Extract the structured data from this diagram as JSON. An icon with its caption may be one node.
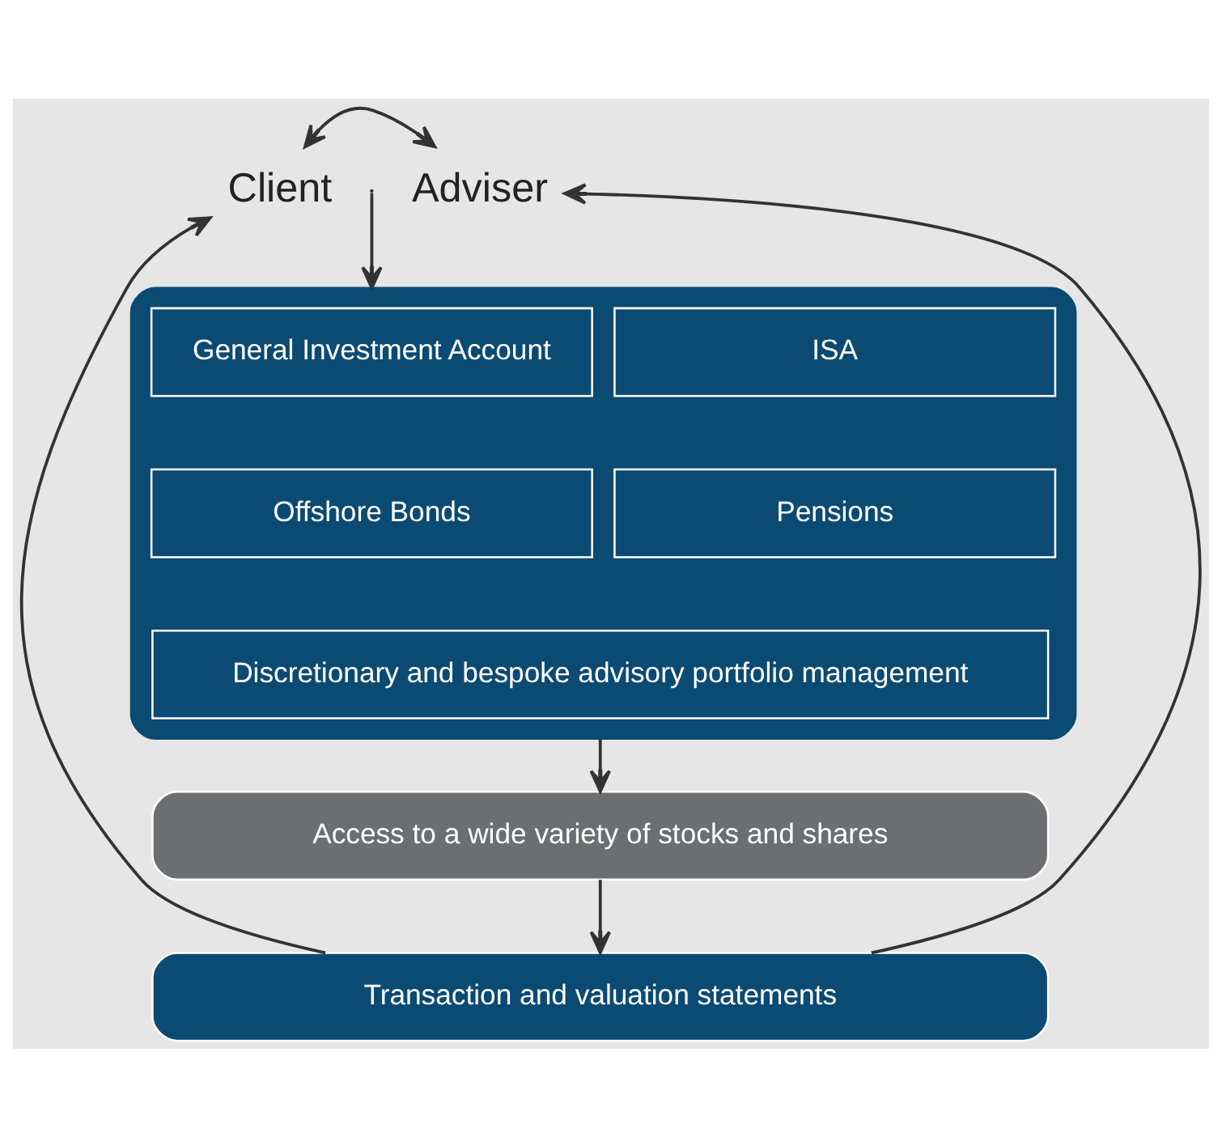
{
  "diagram": {
    "nodes": [
      {
        "text": [
          "Client"
        ]
      },
      {
        "text": [
          "Adviser"
        ]
      },
      {
        "text": [],
        "shape": "box"
      },
      {
        "text": [
          "General Investment Account"
        ],
        "in": 2
      },
      {
        "text": [
          "ISA"
        ],
        "in": 2
      },
      {
        "text": [
          "Offshore Bonds"
        ],
        "in": 2
      },
      {
        "text": [
          "Pensions"
        ],
        "in": 2
      },
      {
        "text": [
          "Discretionary and bespoke advisory portfolio management"
        ],
        "in": 2
      },
      {
        "text": [
          "Access to a wide variety of stocks and shares"
        ]
      },
      {
        "text": [
          "Transaction and valuation statements"
        ]
      }
    ],
    "edges": [
      {
        "from": 0,
        "to": 1,
        "arrow": "both"
      },
      {
        "from": null,
        "to": 2,
        "arrow": "to"
      },
      {
        "from": 2,
        "to": 8,
        "arrow": "to"
      },
      {
        "from": 8,
        "to": 9,
        "arrow": "to"
      },
      {
        "from": 9,
        "to": 0,
        "arrow": "to"
      },
      {
        "from": 9,
        "to": 1,
        "arrow": "to"
      }
    ]
  }
}
